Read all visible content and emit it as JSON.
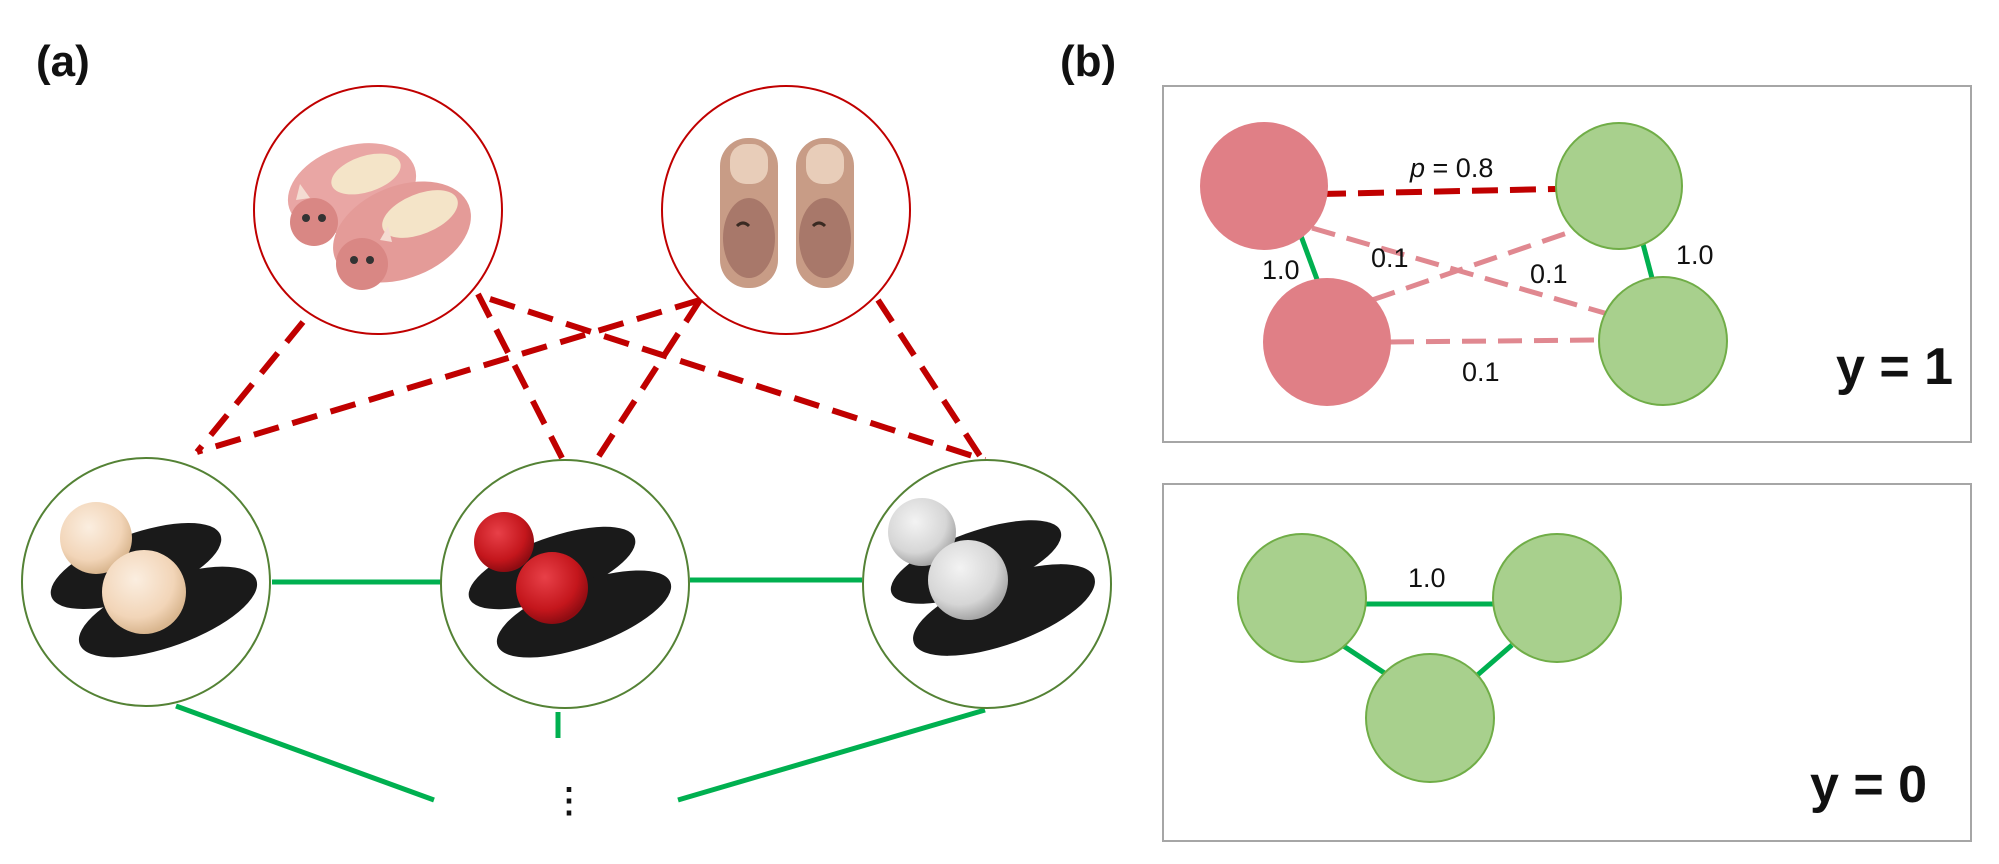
{
  "panel_a": {
    "label": "(a)",
    "ellipsis": "⋮",
    "top_items": [
      {
        "icon": "pink-plush-slipper-icon",
        "fill": "#e9a6a4",
        "accent": "#d98784",
        "pompom": "#f4dcd2"
      },
      {
        "icon": "brown-plush-slipper-icon",
        "fill": "#c89c86",
        "accent": "#a8786a",
        "pompom": "#e8cdb9"
      }
    ],
    "bottom_items": [
      {
        "icon": "cream-pompom-slide-icon",
        "pompom": "#f2d5b8",
        "pompom_shade": "#d9b68f",
        "sole": "#1a1a1a"
      },
      {
        "icon": "red-pompom-slide-icon",
        "pompom": "#c4161c",
        "pompom_shade": "#8e0c12",
        "sole": "#1a1a1a"
      },
      {
        "icon": "grey-pompom-slide-icon",
        "pompom": "#d9d9d9",
        "pompom_shade": "#a7a7a7",
        "sole": "#1a1a1a"
      }
    ]
  },
  "panel_b": {
    "label": "(b)",
    "graph_1": {
      "y_label": "y = 1",
      "edge_labels": {
        "p_symbol": "p",
        "p_value": " = 0.8",
        "left_vertical": "1.0",
        "right_vertical": "1.0",
        "cross_a": "0.1",
        "cross_b": "0.1",
        "bottom": "0.1"
      }
    },
    "graph_2": {
      "y_label": "y = 0",
      "edge_labels": {
        "top": "1.0"
      }
    }
  },
  "colors": {
    "dark_red": "#c00000",
    "light_red": "#e08890",
    "green_edge": "#00b050",
    "node_red": "#e07f86",
    "node_green": "#a8d08d",
    "node_green_stroke": "#70ad47",
    "circle_red_stroke": "#c00000",
    "circle_green_stroke": "#548235",
    "panel_border": "#a6a6a6"
  }
}
